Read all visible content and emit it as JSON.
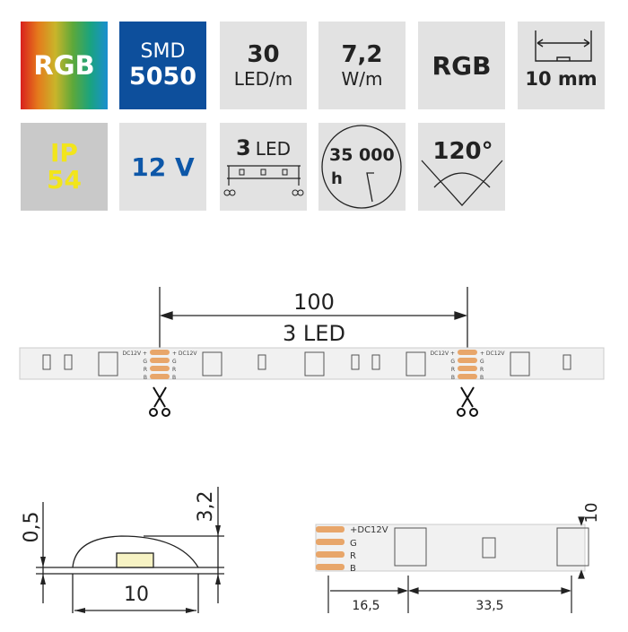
{
  "tiles_row1": {
    "rgb": "RGB",
    "smd_top": "SMD",
    "smd_bottom": "5050",
    "density_value": "30",
    "density_unit": "LED/m",
    "power_value": "7,2",
    "power_unit": "W/m",
    "color": "RGB",
    "width": "10 mm"
  },
  "tiles_row2": {
    "ip_top": "IP",
    "ip_bottom": "54",
    "voltage": "12 V",
    "cut_count": "3",
    "cut_unit": "LED",
    "lifetime_value": "35 000",
    "lifetime_unit": "h",
    "angle": "120°"
  },
  "strip": {
    "segment_length": "100",
    "segment_leds": "3 LED",
    "pad_labels": [
      "DC12V +",
      "G",
      "R",
      "B"
    ],
    "pad_labels_right": [
      "+ DC12V",
      "G",
      "R",
      "B"
    ]
  },
  "cross_section": {
    "thickness": "0,5",
    "height": "3,2",
    "width": "10"
  },
  "detail": {
    "pad_labels": [
      "+DC12V",
      "G",
      "R",
      "B"
    ],
    "dim_first": "16,5",
    "dim_pitch": "33,5",
    "dim_width": "10"
  },
  "colors": {
    "smd_blue": "#0d4f9c",
    "voltage_blue": "#0d57a8",
    "ip_yellow": "#f2e51b",
    "pad_copper": "#e8a66a"
  }
}
